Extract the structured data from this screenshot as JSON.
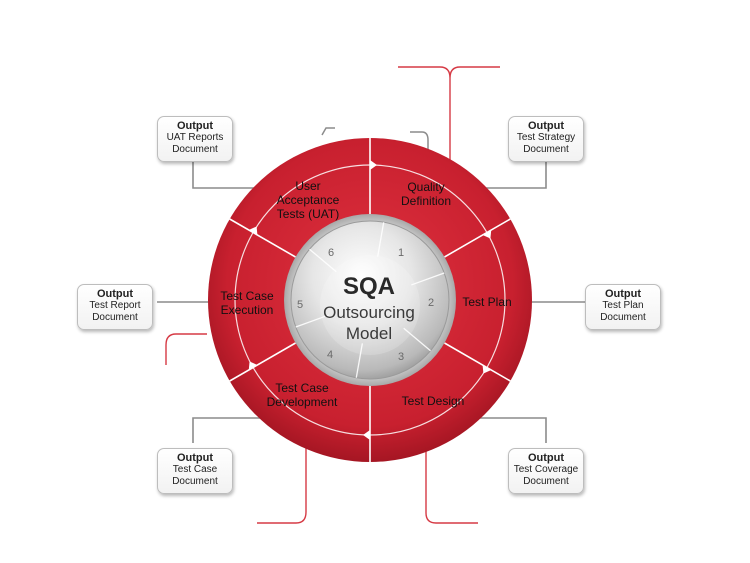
{
  "center": {
    "title": "SQA",
    "line1": "Outsourcing",
    "line2": "Model"
  },
  "segments": [
    {
      "number": "1",
      "lines": [
        "Quality",
        "Definition"
      ]
    },
    {
      "number": "2",
      "lines": [
        "Test Plan"
      ]
    },
    {
      "number": "3",
      "lines": [
        "Test Design"
      ]
    },
    {
      "number": "4",
      "lines": [
        "Test Case",
        "Development"
      ]
    },
    {
      "number": "5",
      "lines": [
        "Test Case",
        "Execution"
      ]
    },
    {
      "number": "6",
      "lines": [
        "User",
        "Acceptance",
        "Tests (UAT)"
      ]
    }
  ],
  "outputs": [
    {
      "title": "Output",
      "lines": [
        "Test Strategy",
        "Document"
      ]
    },
    {
      "title": "Output",
      "lines": [
        "Test Plan",
        "Document"
      ]
    },
    {
      "title": "Output",
      "lines": [
        "Test Coverage",
        "Document"
      ]
    },
    {
      "title": "Output",
      "lines": [
        "Test Case",
        "Document"
      ]
    },
    {
      "title": "Output",
      "lines": [
        "Test Report",
        "Document"
      ]
    },
    {
      "title": "Output",
      "lines": [
        "UAT Reports",
        "Document"
      ]
    }
  ],
  "colors": {
    "ring": "#c8202f",
    "ring_dark": "#9d1420",
    "connector": "#8c8c8c",
    "accent_line": "#d63a45"
  }
}
